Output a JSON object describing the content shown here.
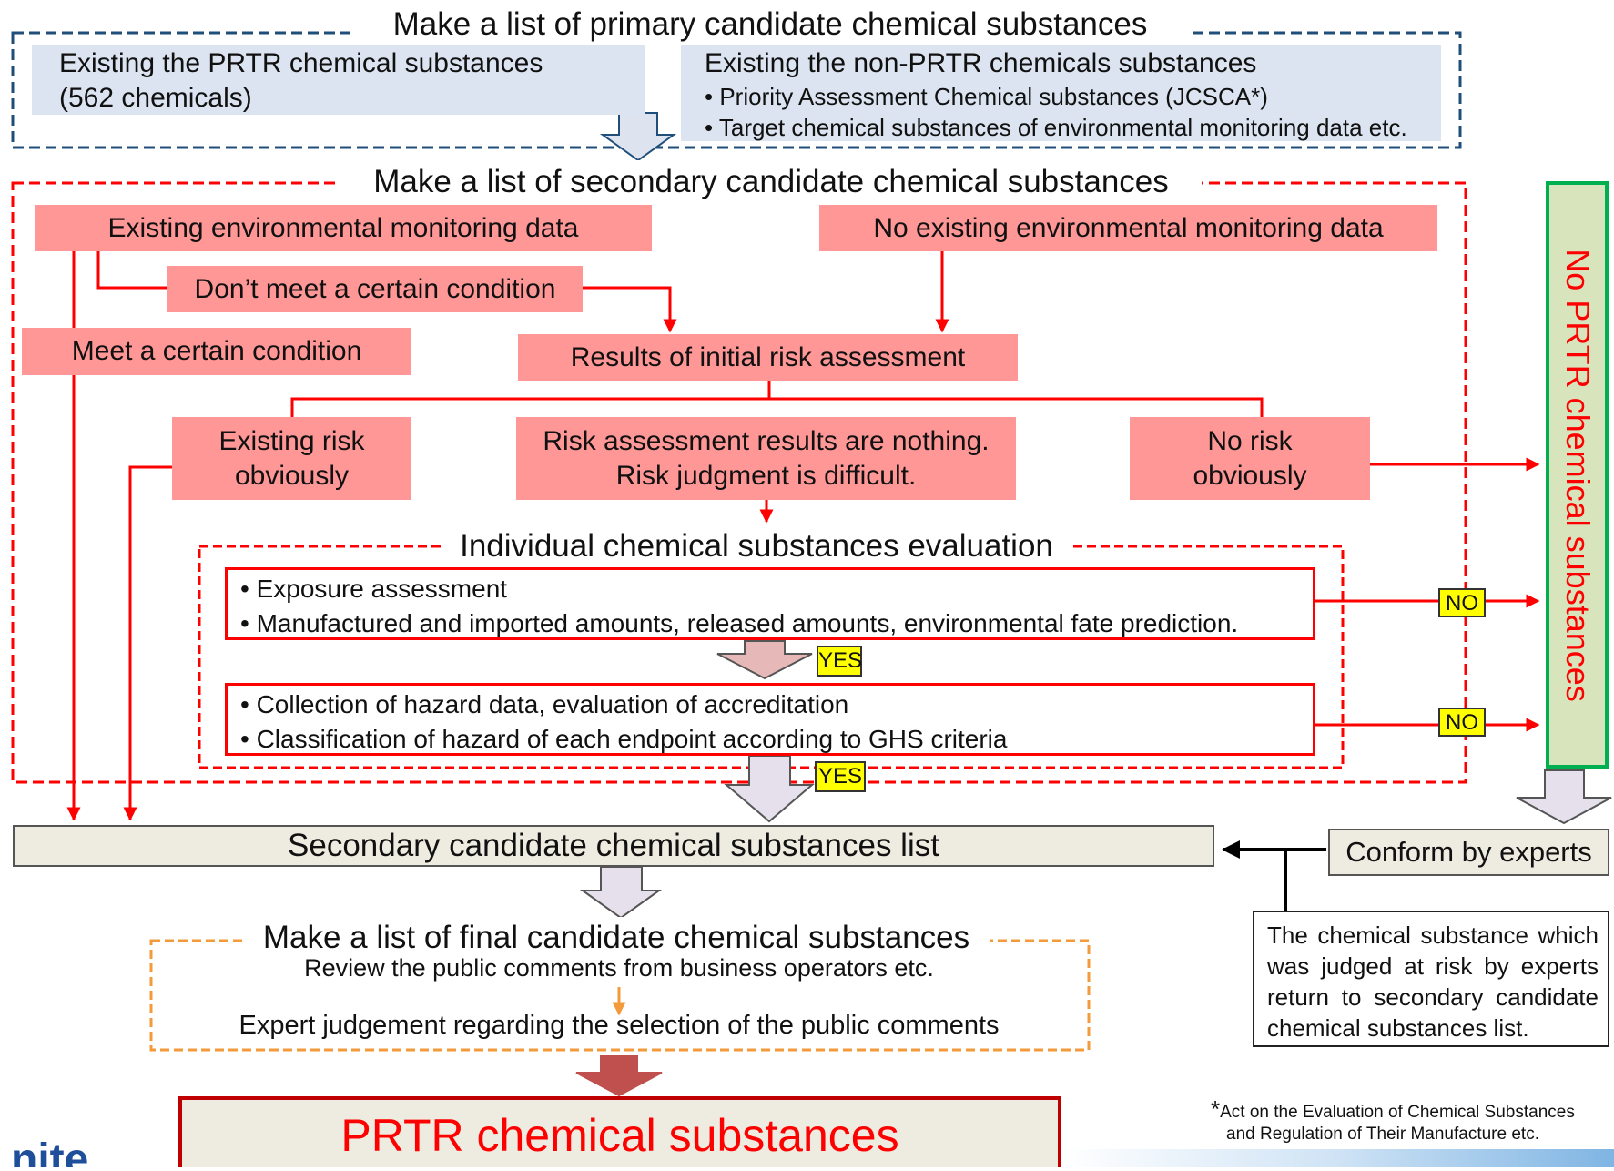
{
  "primary": {
    "title": "Make a list of primary candidate chemical substances",
    "prtr_box": {
      "line1": "Existing the PRTR chemical substances",
      "line2": "(562 chemicals)"
    },
    "nonprtr_box": {
      "title": "Existing the non-PRTR chemicals substances",
      "bullets": [
        "• Priority Assessment Chemical substances (JCSCA*)",
        "• Target chemical substances of environmental monitoring data  etc."
      ]
    }
  },
  "secondary": {
    "title": "Make a list of secondary candidate chemical substances",
    "existing_monitoring": "Existing environmental monitoring data",
    "no_existing_monitoring": "No existing environmental monitoring data",
    "dont_meet": "Don’t meet a certain condition",
    "meet": "Meet a certain condition",
    "initial_risk": "Results of initial risk assessment",
    "existing_risk": {
      "line1": "Existing risk",
      "line2": "obviously"
    },
    "risk_nothing": {
      "line1": "Risk assessment results  are nothing.",
      "line2": "Risk judgment is difficult."
    },
    "no_risk": {
      "line1": "No risk",
      "line2": "obviously"
    }
  },
  "individual": {
    "title": "Individual chemical substances evaluation",
    "box1": [
      "• Exposure assessment",
      "• Manufactured and imported amounts, released amounts, environmental fate prediction."
    ],
    "box2": [
      "• Collection of hazard data, evaluation of accreditation",
      "• Classification of hazard of each endpoint according to GHS criteria"
    ],
    "yes1": "YES",
    "yes2": "YES",
    "no1": "NO",
    "no2": "NO"
  },
  "no_prtr_label": "No PRTR chemical substances",
  "secondary_list": "Secondary candidate chemical substances list",
  "conform": "Conform by experts",
  "expert_note": "The chemical substance which was judged at risk by experts return to secondary candidate chemical substances list.",
  "final": {
    "title": "Make a list of final candidate chemical substances",
    "review": "Review the public comments from business operators etc.",
    "expert": "Expert judgement regarding the selection of the public comments"
  },
  "prtr_result": "PRTR chemical substances",
  "footnote": {
    "line1": "Act on the Evaluation of Chemical Substances",
    "line2": "and Regulation of Their Manufacture etc.",
    "mark": "*"
  },
  "logo": "nite",
  "colors": {
    "red": "#ff0000",
    "pink": "#ff9797",
    "blue_dash": "#1f4e79",
    "orange": "#f39a3b",
    "green": "#00b050",
    "dark_red_arrow": "#c0504d"
  }
}
